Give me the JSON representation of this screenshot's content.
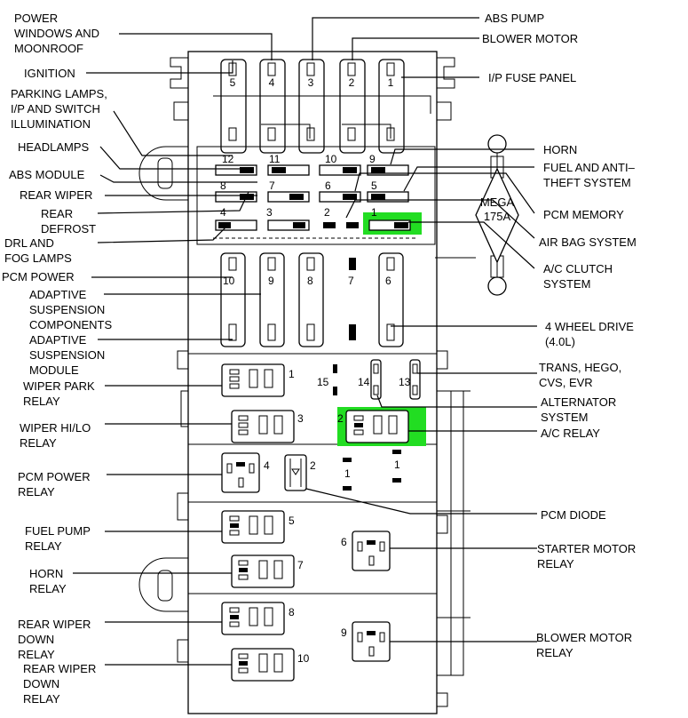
{
  "labels": {
    "power_windows": [
      "POWER",
      "WINDOWS AND",
      "MOONROOF"
    ],
    "ignition": [
      "IGNITION"
    ],
    "parking_lamps": [
      "PARKING LAMPS,",
      "I/P AND SWITCH",
      "ILLUMINATION"
    ],
    "headlamps": [
      "HEADLAMPS"
    ],
    "abs_module": [
      "ABS MODULE"
    ],
    "rear_wiper": [
      "REAR WIPER"
    ],
    "rear_defrost": [
      "REAR",
      "DEFROST"
    ],
    "drl_fog": [
      "DRL AND",
      "FOG LAMPS"
    ],
    "pcm_power": [
      "PCM POWER"
    ],
    "adaptive_suspension_components": [
      "ADAPTIVE",
      "SUSPENSION",
      "COMPONENTS"
    ],
    "adaptive_suspension_module": [
      "ADAPTIVE",
      "SUSPENSION",
      "MODULE"
    ],
    "wiper_park_relay": [
      "WIPER PARK",
      "RELAY"
    ],
    "wiper_hilo_relay": [
      "WIPER HI/LO",
      "RELAY"
    ],
    "pcm_power_relay": [
      "PCM POWER",
      "RELAY"
    ],
    "fuel_pump_relay": [
      "FUEL PUMP",
      "RELAY"
    ],
    "horn_relay": [
      "HORN",
      "RELAY"
    ],
    "rear_wiper_down_relay": [
      "REAR WIPER",
      "DOWN",
      "RELAY"
    ],
    "rear_wiper_up_relay": [
      "REAR WIPER",
      "DOWN",
      "RELAY"
    ],
    "abs_pump": [
      "ABS PUMP"
    ],
    "blower_motor": [
      "BLOWER MOTOR"
    ],
    "ip_fuse_panel": [
      "I/P FUSE PANEL"
    ],
    "horn": [
      "HORN"
    ],
    "fuel_antitheft": [
      "FUEL AND ANTI–",
      "THEFT SYSTEM"
    ],
    "pcm_memory": [
      "PCM MEMORY"
    ],
    "air_bag": [
      "AIR BAG SYSTEM"
    ],
    "ac_clutch": [
      "A/C CLUTCH",
      "SYSTEM"
    ],
    "four_wheel_drive": [
      "4 WHEEL DRIVE",
      "(4.0L)"
    ],
    "trans_hego": [
      "TRANS, HEGO,",
      "CVS, EVR"
    ],
    "alternator": [
      "ALTERNATOR",
      "SYSTEM"
    ],
    "ac_relay": [
      "A/C RELAY"
    ],
    "pcm_diode": [
      "PCM DIODE"
    ],
    "starter_motor_relay": [
      "STARTER MOTOR",
      "RELAY"
    ],
    "blower_motor_relay": [
      "BLOWER MOTOR",
      "RELAY"
    ]
  },
  "mega_fuse": [
    "MEGA",
    "175A"
  ],
  "top_fuses": [
    "5",
    "4",
    "3",
    "2",
    "1"
  ],
  "mini_fuses_row1": [
    "12",
    "11",
    "10",
    "9"
  ],
  "mini_fuses_row2": [
    "8",
    "7",
    "6",
    "5"
  ],
  "mini_fuses_row3": [
    "4",
    "3",
    "2",
    "1"
  ],
  "maxi_fuses": [
    "10",
    "9",
    "8",
    "7",
    "6"
  ],
  "relay_numbers": {
    "r1": "1",
    "r2": "2",
    "r3": "3",
    "r4": "4",
    "r5": "5",
    "r6": "6",
    "r7": "7",
    "r8": "8",
    "r9": "9",
    "r10": "10",
    "r13": "13",
    "r14": "14",
    "r15": "15",
    "d2": "2",
    "s1a": "1",
    "s1b": "1"
  },
  "highlight_color": "#22dd22"
}
